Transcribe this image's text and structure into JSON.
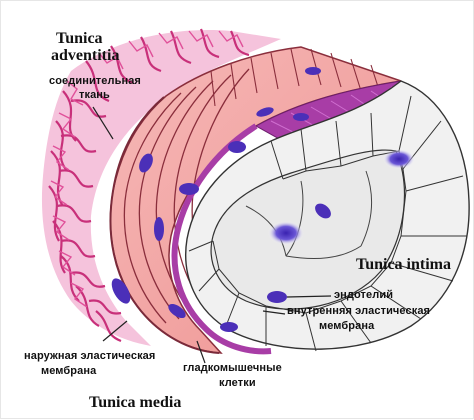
{
  "diagram": {
    "layers": {
      "adventitia": {
        "title_line1": "Tunica",
        "title_line2": "adventitia",
        "tissue_line1": "соединительная",
        "tissue_line2": "ткань"
      },
      "intima": {
        "title": "Tunica intima",
        "endothelium": "эндотелий",
        "inner_membrane_line1": "внутренняя эластическая",
        "inner_membrane_line2": "мембрана"
      },
      "media": {
        "title": "Tunica media",
        "outer_membrane_line1": "наружная эластическая",
        "outer_membrane_line2": "мембрана",
        "smooth_muscle_line1": "гладкомышечные",
        "smooth_muscle_line2": "клетки"
      }
    },
    "colors": {
      "adventitia_fiber": "#c8307a",
      "media_fill": "#f4a7a6",
      "media_line": "#8a2e3c",
      "intima_band": "#a83da6",
      "endothelium_fill": "#f1f1f1",
      "nucleus": "#4b2fb8"
    }
  }
}
